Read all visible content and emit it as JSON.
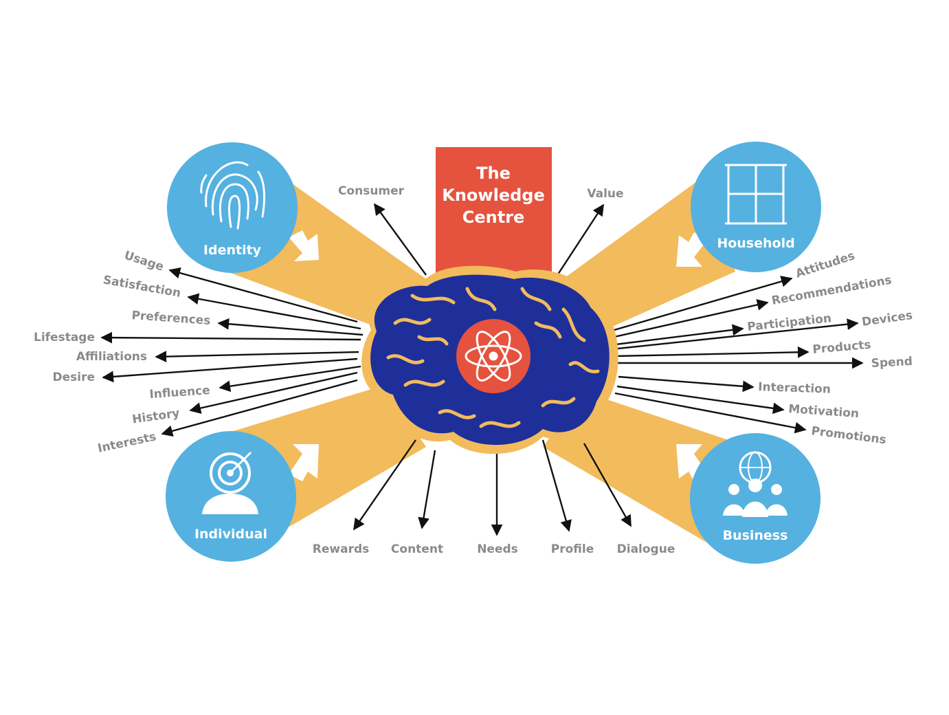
{
  "title_box": {
    "lines": [
      "The",
      "Knowledge",
      "Centre"
    ],
    "color": "#e5533f"
  },
  "colors": {
    "circle": "#55b1e0",
    "beam": "#f2bb5c",
    "brain": "#1e2f9a",
    "brain_outline": "#f2bb5c",
    "arrow": "#111111",
    "label": "#8a8a8a",
    "core": "#e5533f"
  },
  "categories": [
    {
      "key": "identity",
      "label": "Identity",
      "icon": "fingerprint-icon"
    },
    {
      "key": "household",
      "label": "Household",
      "icon": "window-icon"
    },
    {
      "key": "individual",
      "label": "Individual",
      "icon": "target-person-icon"
    },
    {
      "key": "business",
      "label": "Business",
      "icon": "globe-people-icon"
    }
  ],
  "center_icon": "atom-icon",
  "top_labels": [
    "Consumer",
    "Value"
  ],
  "left_labels": [
    "Usage",
    "Satisfaction",
    "Preferences",
    "Lifestage",
    "Affiliations",
    "Desire",
    "Influence",
    "History",
    "Interests"
  ],
  "right_labels": [
    "Attitudes",
    "Recommendations",
    "Participation",
    "Devices",
    "Products",
    "Spend",
    "Interaction",
    "Motivation",
    "Promotions"
  ],
  "bottom_labels": [
    "Rewards",
    "Content",
    "Needs",
    "Profile",
    "Dialogue"
  ]
}
